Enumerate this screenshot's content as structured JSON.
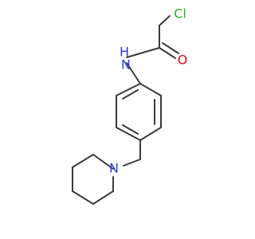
{
  "atoms": {
    "chlorine": {
      "symbol": "Cl",
      "color": "#25b025"
    },
    "amide_nitrogen": {
      "symbol": "H\nN",
      "top": "H",
      "bottom": "N",
      "color": "#2b3bd6"
    },
    "carbonyl_oxygen": {
      "symbol": "O",
      "color": "#e10e0e"
    },
    "piperidine_nitrogen": {
      "symbol": "N",
      "color": "#2b3bd6"
    }
  },
  "colors": {
    "bond": "#3a3a3a",
    "background": "#ffffff"
  }
}
